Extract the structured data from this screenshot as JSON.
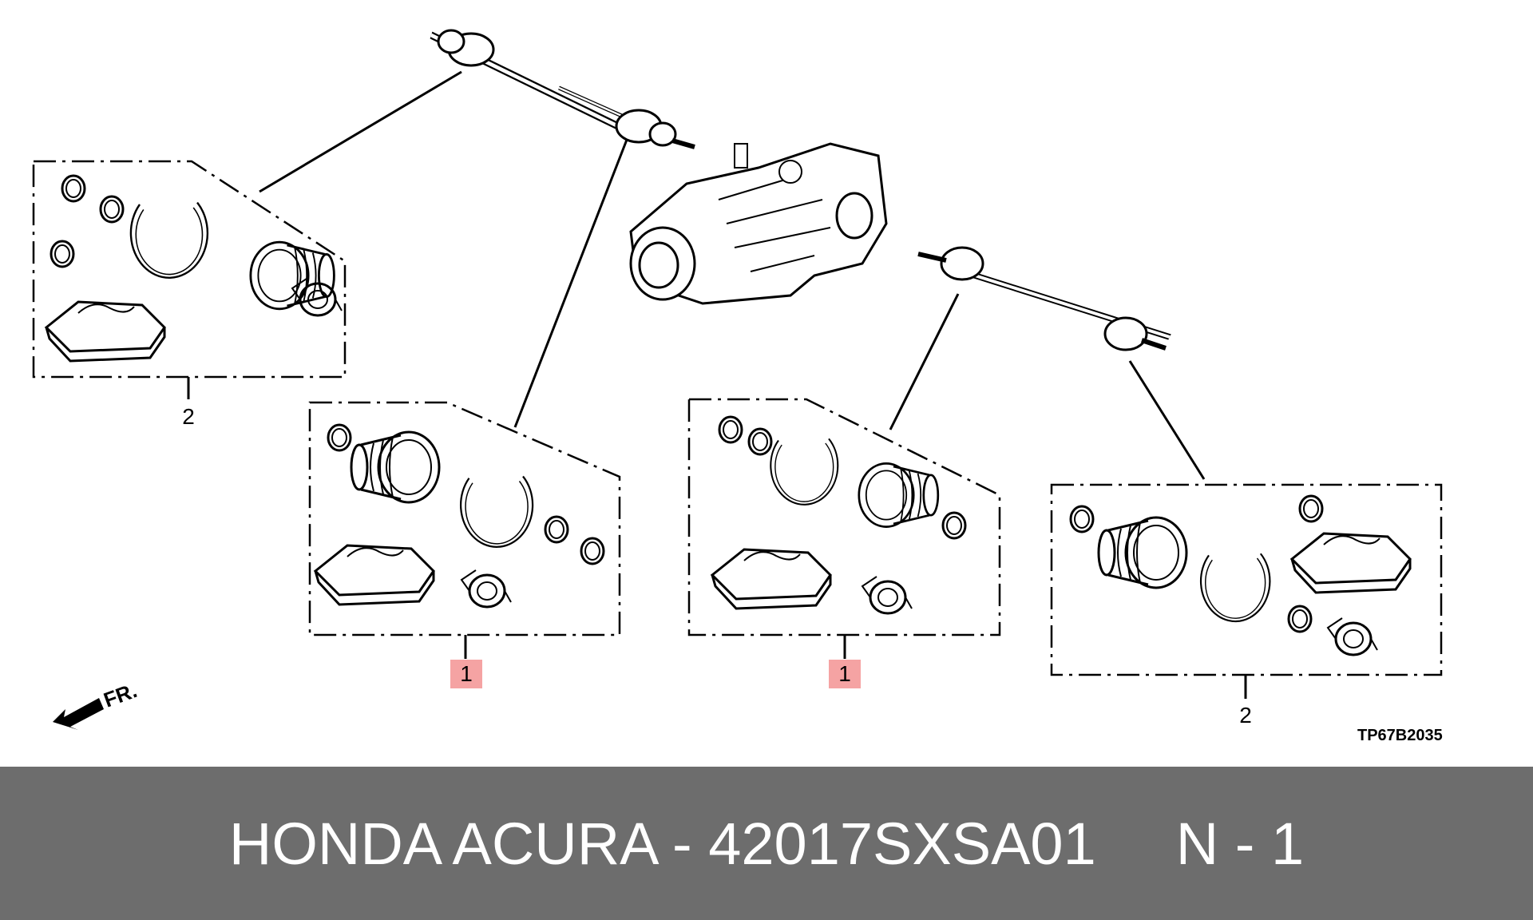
{
  "callouts": [
    {
      "label": "2",
      "highlighted": false
    },
    {
      "label": "1",
      "highlighted": true
    },
    {
      "label": "1",
      "highlighted": true
    },
    {
      "label": "2",
      "highlighted": false
    }
  ],
  "front_marker": "FR.",
  "reference_code": "TP67B2035",
  "banner": {
    "title": "HONDA ACURA - 42017SXSA01",
    "quantity": "N - 1"
  },
  "colors": {
    "highlight": "#f5a3a3",
    "banner_bg": "#6d6d6d",
    "banner_text": "#ffffff",
    "line": "#000000"
  }
}
